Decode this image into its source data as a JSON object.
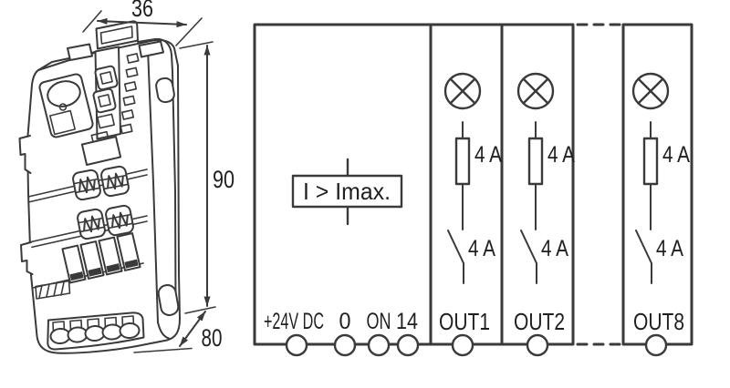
{
  "figure": {
    "colors": {
      "line": "#3a3a3a",
      "text": "#1f1f1f",
      "background": "#ffffff"
    },
    "device_drawing": {
      "dimensions": {
        "width_mm": "36",
        "height_mm": "90",
        "depth_mm": "80"
      }
    },
    "schematic": {
      "overcurrent_block_label": "I > Imax.",
      "supply_terminals": [
        {
          "label": "+24V DC"
        },
        {
          "label": "0"
        },
        {
          "label": "ON"
        },
        {
          "label": "14"
        }
      ],
      "output_channels": [
        {
          "label": "OUT1",
          "fuse_rating": "4 A",
          "switch_rating": "4 A"
        },
        {
          "label": "OUT2",
          "fuse_rating": "4 A",
          "switch_rating": "4 A"
        },
        {
          "label": "OUT8",
          "fuse_rating": "4 A",
          "switch_rating": "4 A"
        }
      ]
    }
  }
}
